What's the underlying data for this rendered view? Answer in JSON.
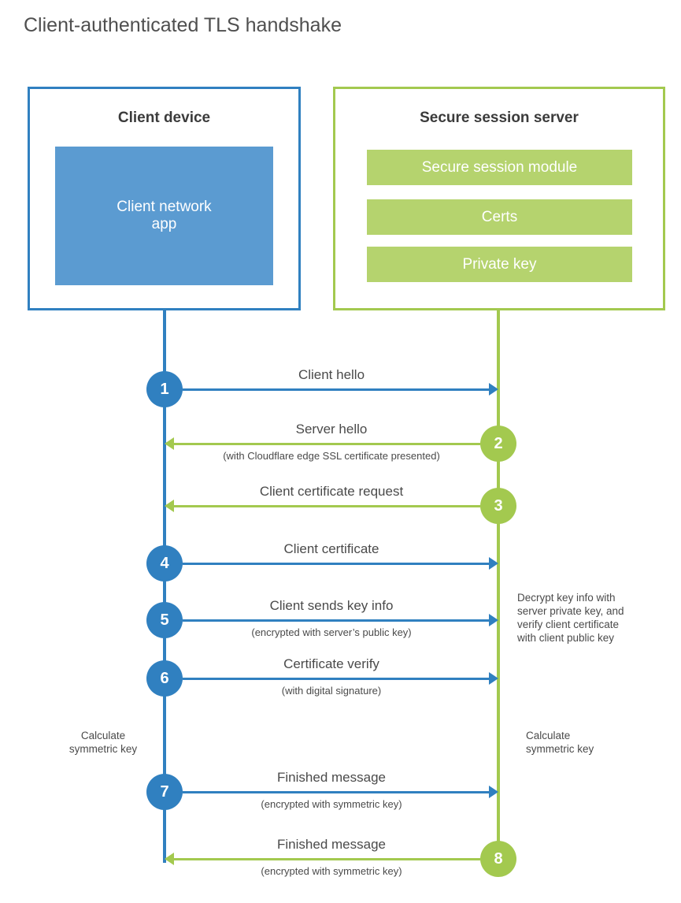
{
  "title": "Client-authenticated TLS handshake",
  "colors": {
    "blue": "#3080c0",
    "blue_fill": "#5b9bd1",
    "green": "#a3c94f",
    "green_fill": "#b5d36e"
  },
  "client_box": {
    "title": "Client device",
    "app_label": "Client network\napp"
  },
  "server_box": {
    "title": "Secure session server",
    "modules": [
      "Secure session module",
      "Certs",
      "Private key"
    ]
  },
  "steps": [
    {
      "num": "1",
      "label": "Client hello",
      "sub": "",
      "direction": "right",
      "color": "blue"
    },
    {
      "num": "2",
      "label": "Server hello",
      "sub": "(with Cloudflare edge SSL certificate presented)",
      "direction": "left",
      "color": "green"
    },
    {
      "num": "3",
      "label": "Client certificate request",
      "sub": "",
      "direction": "left",
      "color": "green"
    },
    {
      "num": "4",
      "label": "Client certificate",
      "sub": "",
      "direction": "right",
      "color": "blue"
    },
    {
      "num": "5",
      "label": "Client sends key info",
      "sub": "(encrypted with server’s public key)",
      "direction": "right",
      "color": "blue"
    },
    {
      "num": "6",
      "label": "Certificate verify",
      "sub": "(with digital signature)",
      "direction": "right",
      "color": "blue"
    },
    {
      "num": "7",
      "label": "Finished message",
      "sub": "(encrypted with symmetric key)",
      "direction": "right",
      "color": "blue"
    },
    {
      "num": "8",
      "label": "Finished message",
      "sub": "(encrypted with symmetric key)",
      "direction": "left",
      "color": "green"
    }
  ],
  "annotations": {
    "decrypt_note": "Decrypt key info with\nserver private key, and\nverify client certificate\nwith client public key",
    "calc_left": "Calculate\nsymmetric key",
    "calc_right": "Calculate\nsymmetric key"
  }
}
